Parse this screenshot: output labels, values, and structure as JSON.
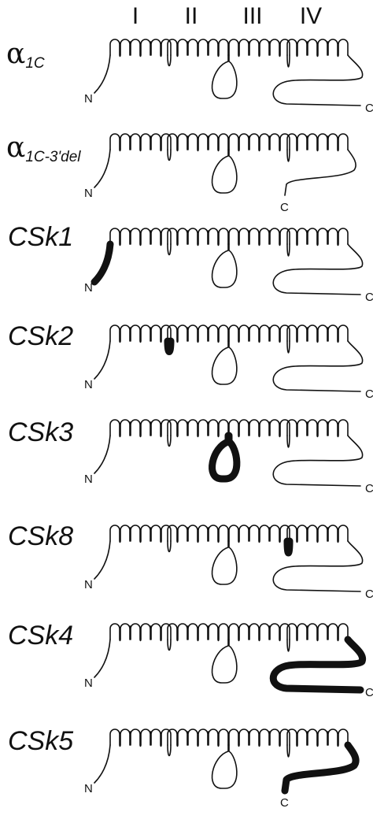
{
  "domains": [
    "I",
    "II",
    "III",
    "IV"
  ],
  "terminals": {
    "n": "N",
    "c": "C"
  },
  "constructs": [
    {
      "greek": "α",
      "sub": "1C",
      "variant": "full",
      "highlight": []
    },
    {
      "greek": "α",
      "sub": "1C-3'del",
      "variant": "del",
      "highlight": []
    },
    {
      "name": "CSk1",
      "variant": "full",
      "highlight": [
        "N-terminus"
      ]
    },
    {
      "name": "CSk2",
      "variant": "full",
      "highlight": [
        "I-II linker"
      ]
    },
    {
      "name": "CSk3",
      "variant": "full",
      "highlight": [
        "II-III loop"
      ]
    },
    {
      "name": "CSk8",
      "variant": "full",
      "highlight": [
        "III-IV linker"
      ]
    },
    {
      "name": "CSk4",
      "variant": "full",
      "highlight": [
        "C-terminus"
      ]
    },
    {
      "name": "CSk5",
      "variant": "del",
      "highlight": [
        "C-terminus"
      ]
    }
  ]
}
